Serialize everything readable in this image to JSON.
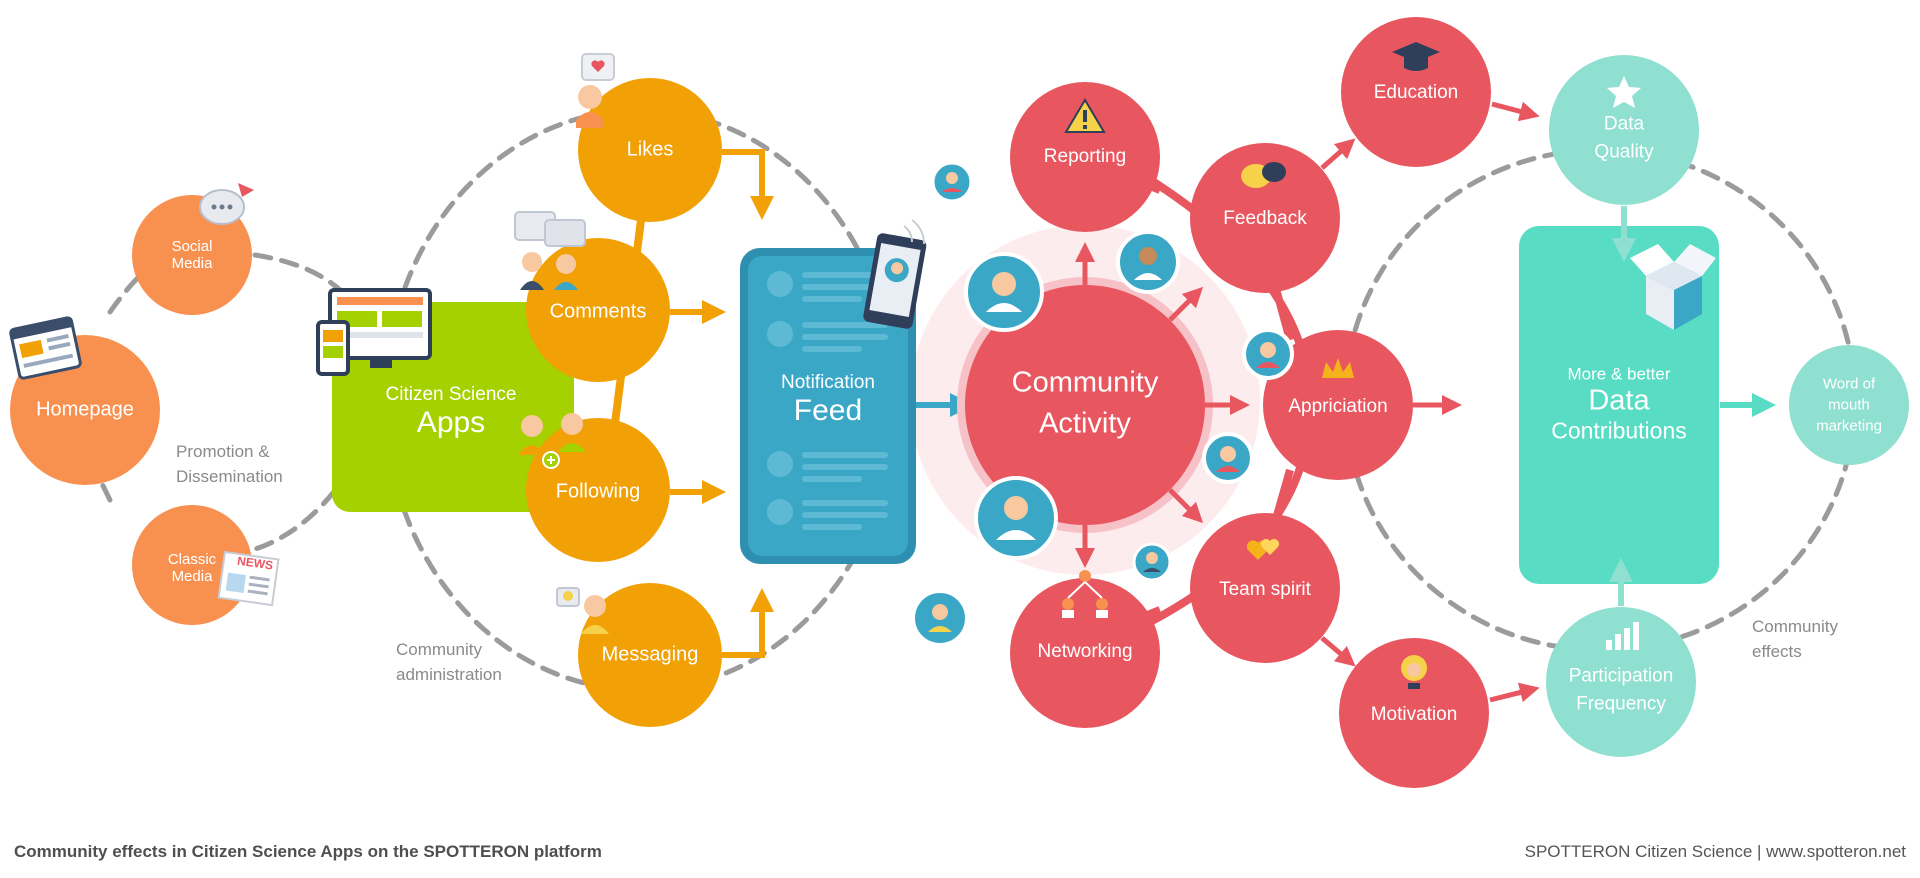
{
  "colors": {
    "orange_light": "#f8914f",
    "orange": "#f1a006",
    "green": "#a6d100",
    "blue": "#3aa7c6",
    "red": "#e85660",
    "teal": "#58ddc4",
    "teal_light": "#8fe0d0",
    "dash": "#9b9b9b"
  },
  "promotion": {
    "homepage": "Homepage",
    "social_media": [
      "Social",
      "Media"
    ],
    "classic_media": [
      "Classic",
      "Media"
    ],
    "caption": [
      "Promotion &",
      "Dissemination"
    ],
    "news_tag": "NEWS"
  },
  "apps": {
    "line1": "Citizen Science",
    "line2": "Apps",
    "community_admin": [
      "Community",
      "administration"
    ]
  },
  "interactions": {
    "likes": "Likes",
    "comments": "Comments",
    "following": "Following",
    "messaging": "Messaging"
  },
  "feed": {
    "line1": "Notification",
    "line2": "Feed"
  },
  "community": {
    "center": [
      "Community",
      "Activity"
    ],
    "reporting": "Reporting",
    "feedback": "Feedback",
    "appreciation": "Appriciation",
    "team_spirit": "Team spirit",
    "networking": "Networking",
    "education": "Education",
    "motivation": "Motivation"
  },
  "effects": {
    "data_quality": [
      "Data",
      "Quality"
    ],
    "contrib_line1": "More & better",
    "contrib_line2": "Data",
    "contrib_line3": "Contributions",
    "participation": [
      "Participation",
      "Frequency"
    ],
    "word_of_mouth": [
      "Word of",
      "mouth",
      "marketing"
    ],
    "caption": [
      "Community",
      "effects"
    ]
  },
  "footer": {
    "left": "Community effects in Citizen Science Apps  on the SPOTTERON platform",
    "right": "SPOTTERON Citizen Science | www.spotteron.net"
  }
}
